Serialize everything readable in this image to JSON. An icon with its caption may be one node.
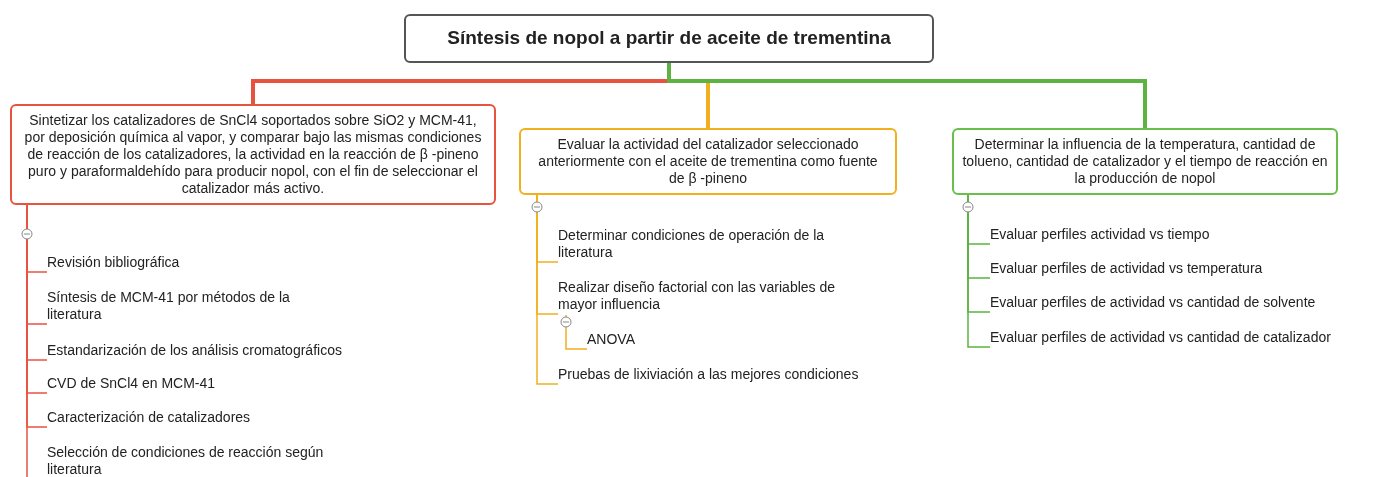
{
  "diagram": {
    "nodes": [
      {
        "text": [
          "Síntesis de nopol a partir de aceite de trementina"
        ]
      },
      {
        "text": [
          "Sintetizar los catalizadores de SnCl4 soportados sobre SiO2 y MCM-41, por deposición química al vapor, y comparar bajo las mismas condiciones de reacción de los catalizadores, la actividad en la reacción de β -pineno puro y paraformaldehído para producir nopol, con el fin de seleccionar el catalizador más activo."
        ]
      },
      {
        "text": [
          "Evaluar la actividad del catalizador seleccionado anteriormente con el aceite de trementina como fuente de β -pineno"
        ]
      },
      {
        "text": [
          "Determinar la influencia de la temperatura, cantidad de tolueno, cantidad de catalizador y el tiempo de reacción en la producción de nopol"
        ]
      },
      {
        "text": [
          "Revisión bibliográfica"
        ]
      },
      {
        "text": [
          "Síntesis de MCM-41 por métodos de la literatura"
        ]
      },
      {
        "text": [
          "Estandarización de los análisis cromatográficos"
        ]
      },
      {
        "text": [
          "CVD de SnCl4 en MCM-41"
        ]
      },
      {
        "text": [
          "Caracterización de catalizadores"
        ]
      },
      {
        "text": [
          "Selección de condiciones de reacción según literatura"
        ]
      },
      {
        "text": [
          "Determinar condiciones de operación de la literatura"
        ]
      },
      {
        "text": [
          "Realizar diseño factorial con las variables de mayor influencia"
        ]
      },
      {
        "text": [
          "ANOVA"
        ]
      },
      {
        "text": [
          "Pruebas de lixiviación a las mejores condiciones"
        ]
      },
      {
        "text": [
          "Evaluar perfiles actividad vs tiempo"
        ]
      },
      {
        "text": [
          "Evaluar perfiles de actividad vs temperatura"
        ]
      },
      {
        "text": [
          "Evaluar perfiles de actividad vs cantidad de solvente"
        ]
      },
      {
        "text": [
          "Evaluar perfiles de actividad vs cantidad de catalizador"
        ]
      }
    ],
    "edges": [
      {
        "from": 0,
        "to": 1,
        "arrow": "none",
        "style": "thick",
        "color": "#e8533f"
      },
      {
        "from": 0,
        "to": 2,
        "arrow": "none",
        "style": "thick",
        "color": "#f2b01e"
      },
      {
        "from": 0,
        "to": 3,
        "arrow": "none",
        "style": "thick",
        "color": "#5cb341"
      },
      {
        "from": 1,
        "to": 4,
        "arrow": "none",
        "color": "#e8533f"
      },
      {
        "from": 1,
        "to": 5,
        "arrow": "none",
        "color": "#e8533f"
      },
      {
        "from": 1,
        "to": 6,
        "arrow": "none",
        "color": "#e8533f"
      },
      {
        "from": 1,
        "to": 7,
        "arrow": "none",
        "color": "#e8533f"
      },
      {
        "from": 1,
        "to": 8,
        "arrow": "none",
        "color": "#e8533f"
      },
      {
        "from": 1,
        "to": 9,
        "arrow": "none",
        "color": "#e8533f"
      },
      {
        "from": 2,
        "to": 10,
        "arrow": "none",
        "color": "#f2b01e"
      },
      {
        "from": 2,
        "to": 11,
        "arrow": "none",
        "color": "#f2b01e"
      },
      {
        "from": 11,
        "to": 12,
        "arrow": "none",
        "color": "#f2b01e"
      },
      {
        "from": 2,
        "to": 13,
        "arrow": "none",
        "color": "#f2b01e"
      },
      {
        "from": 3,
        "to": 14,
        "arrow": "none",
        "color": "#5cb341"
      },
      {
        "from": 3,
        "to": 15,
        "arrow": "none",
        "color": "#5cb341"
      },
      {
        "from": 3,
        "to": 16,
        "arrow": "none",
        "color": "#5cb341"
      },
      {
        "from": 3,
        "to": 17,
        "arrow": "none",
        "color": "#5cb341"
      }
    ]
  }
}
